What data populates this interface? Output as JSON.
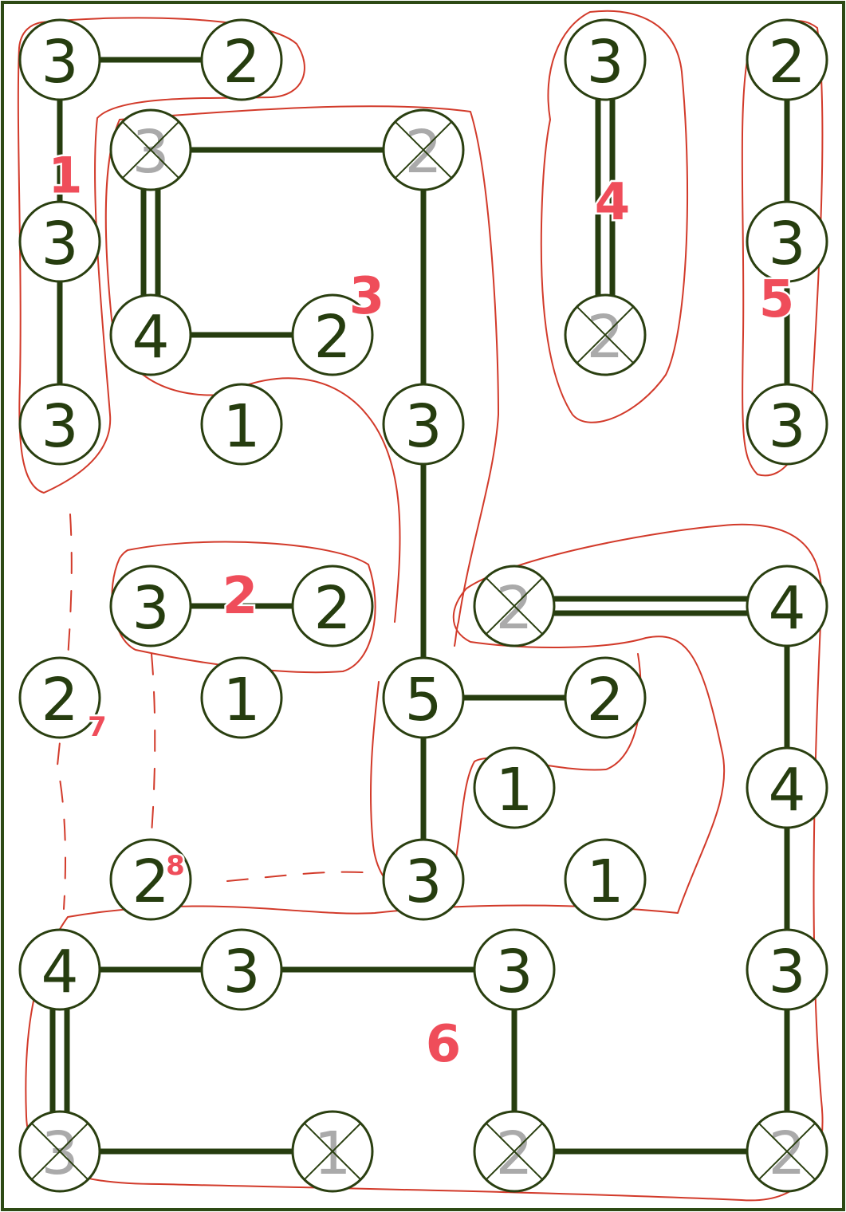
{
  "colors": {
    "frame": "#2d4a14",
    "line": "#263d0f",
    "node_border": "#2a3f10",
    "number": "#263d0f",
    "crossed_number": "#aaaaaa",
    "annotation": "#d23a2a",
    "label": "#ef4d5a"
  },
  "puzzle": {
    "nodes": [
      {
        "id": "n1",
        "value": "3",
        "crossed": false
      },
      {
        "id": "n2",
        "value": "2",
        "crossed": false
      },
      {
        "id": "n3",
        "value": "3",
        "crossed": false
      },
      {
        "id": "n4",
        "value": "2",
        "crossed": false
      },
      {
        "id": "n5",
        "value": "3",
        "crossed": true
      },
      {
        "id": "n6",
        "value": "2",
        "crossed": true
      },
      {
        "id": "n7",
        "value": "3",
        "crossed": false
      },
      {
        "id": "n8",
        "value": "3",
        "crossed": false
      },
      {
        "id": "n9",
        "value": "4",
        "crossed": false
      },
      {
        "id": "n10",
        "value": "2",
        "crossed": false
      },
      {
        "id": "n11",
        "value": "2",
        "crossed": true
      },
      {
        "id": "n12",
        "value": "3",
        "crossed": false
      },
      {
        "id": "n13",
        "value": "1",
        "crossed": false
      },
      {
        "id": "n14",
        "value": "3",
        "crossed": false
      },
      {
        "id": "n15",
        "value": "3",
        "crossed": false
      },
      {
        "id": "n16",
        "value": "3",
        "crossed": false
      },
      {
        "id": "n17",
        "value": "2",
        "crossed": false
      },
      {
        "id": "n18",
        "value": "2",
        "crossed": true
      },
      {
        "id": "n19",
        "value": "4",
        "crossed": false
      },
      {
        "id": "n20",
        "value": "2",
        "crossed": false
      },
      {
        "id": "n21",
        "value": "1",
        "crossed": false
      },
      {
        "id": "n22",
        "value": "5",
        "crossed": false
      },
      {
        "id": "n23",
        "value": "2",
        "crossed": false
      },
      {
        "id": "n24",
        "value": "1",
        "crossed": false
      },
      {
        "id": "n25",
        "value": "4",
        "crossed": false
      },
      {
        "id": "n26",
        "value": "2",
        "crossed": false
      },
      {
        "id": "n27",
        "value": "3",
        "crossed": false
      },
      {
        "id": "n28",
        "value": "1",
        "crossed": false
      },
      {
        "id": "n29",
        "value": "4",
        "crossed": false
      },
      {
        "id": "n30",
        "value": "3",
        "crossed": false
      },
      {
        "id": "n31",
        "value": "3",
        "crossed": false
      },
      {
        "id": "n32",
        "value": "3",
        "crossed": false
      },
      {
        "id": "n33",
        "value": "3",
        "crossed": true
      },
      {
        "id": "n34",
        "value": "1",
        "crossed": true
      },
      {
        "id": "n35",
        "value": "2",
        "crossed": true
      },
      {
        "id": "n36",
        "value": "2",
        "crossed": true
      }
    ],
    "bridges": [
      {
        "a": "n1",
        "b": "n2",
        "count": 1
      },
      {
        "a": "n1",
        "b": "n7",
        "count": 1
      },
      {
        "a": "n7",
        "b": "n12",
        "count": 1
      },
      {
        "a": "n5",
        "b": "n6",
        "count": 1
      },
      {
        "a": "n5",
        "b": "n9",
        "count": 2
      },
      {
        "a": "n9",
        "b": "n10",
        "count": 1
      },
      {
        "a": "n6",
        "b": "n14",
        "count": 1
      },
      {
        "a": "n14",
        "b": "n22",
        "count": 1
      },
      {
        "a": "n22",
        "b": "n23",
        "count": 1
      },
      {
        "a": "n22",
        "b": "n27",
        "count": 1
      },
      {
        "a": "n3",
        "b": "n11",
        "count": 2
      },
      {
        "a": "n4",
        "b": "n8",
        "count": 1
      },
      {
        "a": "n8",
        "b": "n15",
        "count": 1
      },
      {
        "a": "n16",
        "b": "n17",
        "count": 1
      },
      {
        "a": "n18",
        "b": "n19",
        "count": 2
      },
      {
        "a": "n19",
        "b": "n25",
        "count": 1
      },
      {
        "a": "n25",
        "b": "n32",
        "count": 1
      },
      {
        "a": "n29",
        "b": "n30",
        "count": 1
      },
      {
        "a": "n30",
        "b": "n31",
        "count": 1
      },
      {
        "a": "n29",
        "b": "n33",
        "count": 2
      },
      {
        "a": "n33",
        "b": "n34",
        "count": 1
      },
      {
        "a": "n31",
        "b": "n35",
        "count": 1
      },
      {
        "a": "n35",
        "b": "n36",
        "count": 1
      },
      {
        "a": "n32",
        "b": "n36",
        "count": 1
      }
    ]
  },
  "annotations": {
    "regions": [
      {
        "id": "r1",
        "label": "1"
      },
      {
        "id": "r2",
        "label": "2"
      },
      {
        "id": "r3",
        "label": "3"
      },
      {
        "id": "r4",
        "label": "4"
      },
      {
        "id": "r5",
        "label": "5"
      },
      {
        "id": "r6",
        "label": "6"
      },
      {
        "id": "r7",
        "label": "7"
      },
      {
        "id": "r8",
        "label": "8"
      }
    ]
  }
}
